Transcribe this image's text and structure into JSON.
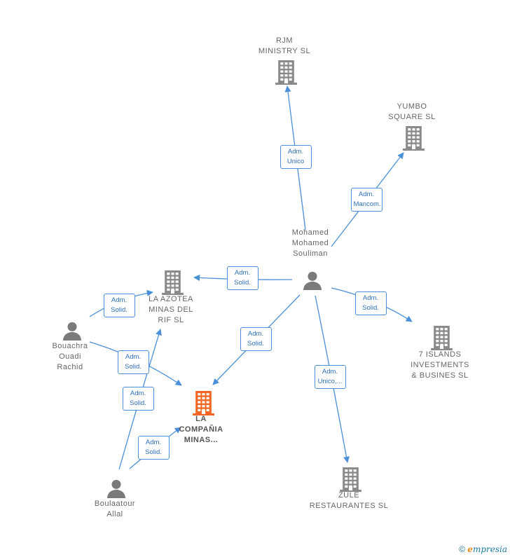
{
  "colors": {
    "edge": "#4a8fd8",
    "building": "#8a8a8a",
    "building_main": "#f26522",
    "person": "#7a7a7a"
  },
  "nodes": [
    {
      "id": "rjm",
      "type": "company",
      "lines": [
        "RJM",
        "MINISTRY SL"
      ]
    },
    {
      "id": "yumbo",
      "type": "company",
      "lines": [
        "YUMBO",
        "SQUARE  SL"
      ]
    },
    {
      "id": "mohamed",
      "type": "person",
      "lines": [
        "Mohamed",
        "Mohamed",
        "Souliman"
      ]
    },
    {
      "id": "azotea",
      "type": "company",
      "lines": [
        "LA AZOTEA",
        "MINAS DEL",
        "RIF  SL"
      ]
    },
    {
      "id": "bouachra",
      "type": "person",
      "lines": [
        "Bouachra",
        "Ouadi",
        "Rachid"
      ]
    },
    {
      "id": "islands",
      "type": "company",
      "lines": [
        "7 ISLANDS",
        "INVESTMENTS",
        "& BUSINES  SL"
      ]
    },
    {
      "id": "compania",
      "type": "company_main",
      "lines": [
        "LA",
        "COMPAÑIA",
        "MINAS..."
      ]
    },
    {
      "id": "boulaatour",
      "type": "person",
      "lines": [
        "Boulaatour",
        "Allal"
      ]
    },
    {
      "id": "zule",
      "type": "company",
      "lines": [
        "ZULE",
        "RESTAURANTES SL"
      ]
    }
  ],
  "edges": [
    {
      "id": "mohamed-rjm",
      "lines": [
        "Adm.",
        "Unico"
      ]
    },
    {
      "id": "mohamed-yumbo",
      "lines": [
        "Adm.",
        "Mancom."
      ]
    },
    {
      "id": "mohamed-azotea",
      "lines": [
        "Adm.",
        "Solid."
      ]
    },
    {
      "id": "mohamed-islands",
      "lines": [
        "Adm.",
        "Solid."
      ]
    },
    {
      "id": "mohamed-compania",
      "lines": [
        "Adm.",
        "Solid."
      ]
    },
    {
      "id": "mohamed-zule",
      "lines": [
        "Adm.",
        "Unico,..."
      ]
    },
    {
      "id": "bouachra-azotea",
      "lines": [
        "Adm.",
        "Solid."
      ]
    },
    {
      "id": "bouachra-compania",
      "lines": [
        "Adm.",
        "Solid."
      ]
    },
    {
      "id": "boulaatour-azotea",
      "lines": [
        "Adm.",
        "Solid."
      ]
    },
    {
      "id": "boulaatour-compania",
      "lines": [
        "Adm.",
        "Solid."
      ]
    }
  ],
  "footer": {
    "copyright": "©",
    "brand_initial": "e",
    "brand_rest": "mpresia"
  }
}
